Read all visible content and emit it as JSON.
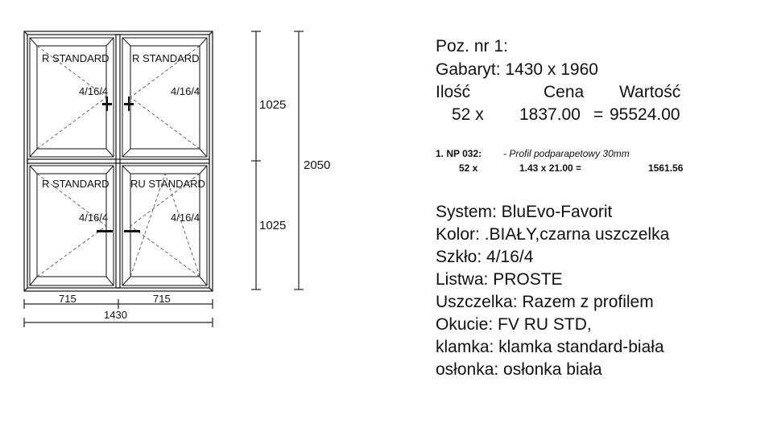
{
  "window": {
    "glass": "4/16/4",
    "sashes": [
      {
        "label": "R  STANDARD"
      },
      {
        "label": "R  STANDARD"
      },
      {
        "label": "R  STANDARD"
      },
      {
        "label": "RU STANDARD"
      }
    ],
    "dims": {
      "width_left": "715",
      "width_right": "715",
      "width_total": "1430",
      "height_top": "1025",
      "height_bottom": "1025",
      "height_total": "2050"
    }
  },
  "spec": {
    "position": "Poz. nr 1:",
    "gabaryt": "Gabaryt:  1430 x 1960",
    "col_qty": "Ilość",
    "col_price": "Cena",
    "col_value": "Wartość",
    "qty": "52 x",
    "price": "1837.00",
    "eq": "=",
    "value": "95524.00",
    "extra_item": "1. NP 032:",
    "extra_desc": "- Profil podparapetowy 30mm",
    "extra_qty": "52 x",
    "extra_calc": "1.43 x 21.00 =",
    "extra_value": "1561.56",
    "system": "System: BluEvo-Favorit",
    "kolor": "Kolor:  .BIAŁY,czarna uszczelka",
    "szklo": "Szkło: 4/16/4",
    "listwa": "Listwa: PROSTE",
    "uszczelka": "Uszczelka: Razem z profilem",
    "okucie": "Okucie: FV RU STD,",
    "klamka": "klamka: klamka standard-biała",
    "oslonka": "osłonka: osłonka biała"
  }
}
